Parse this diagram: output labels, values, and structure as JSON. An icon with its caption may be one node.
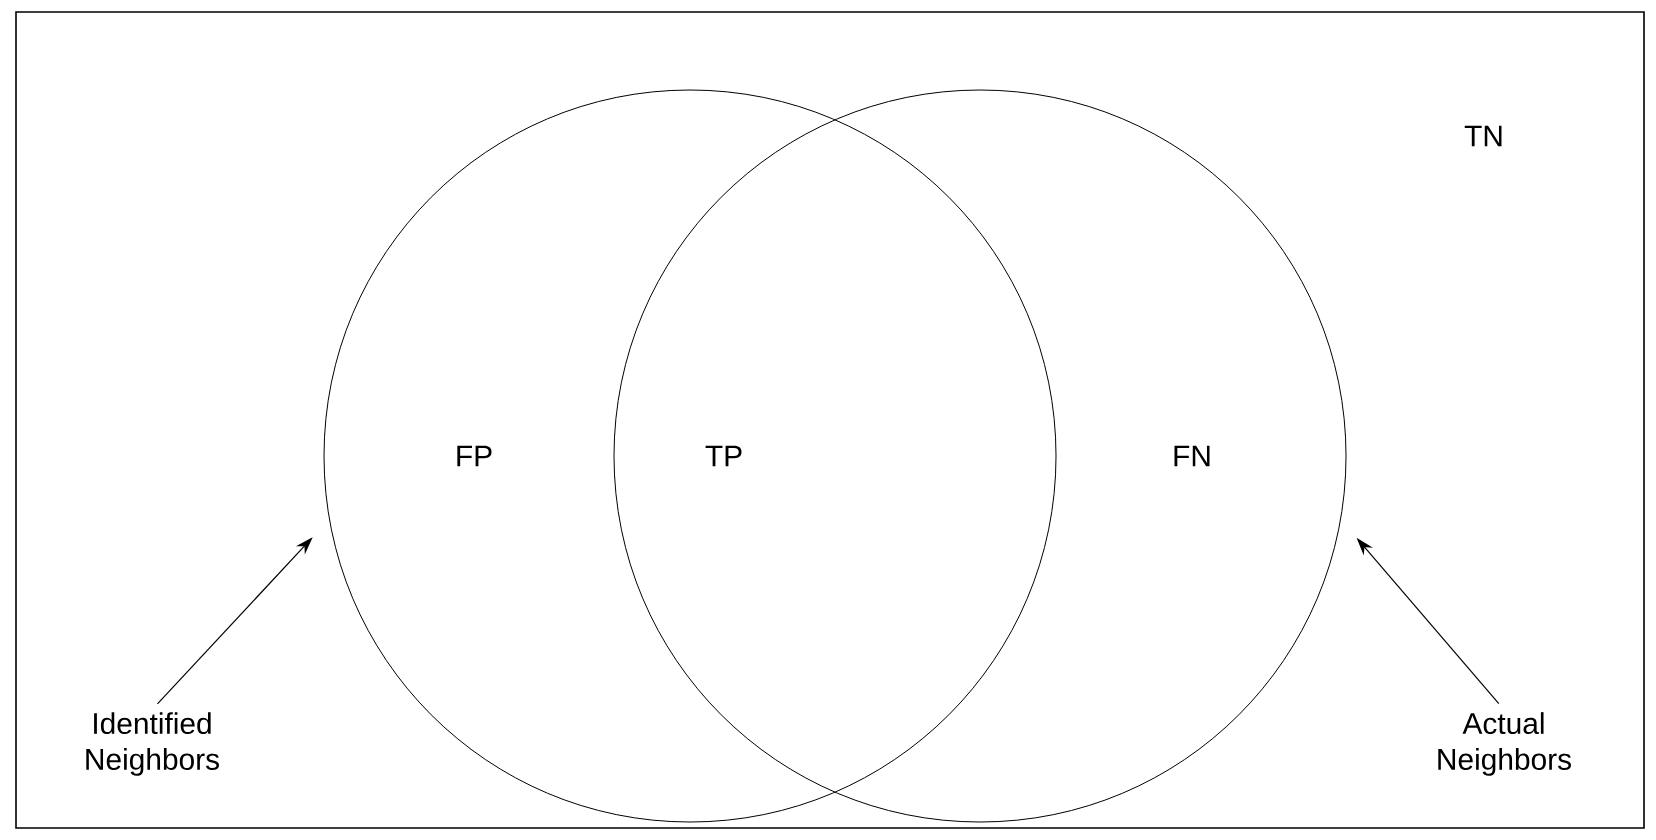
{
  "diagram": {
    "nodes": [
      {
        "text": [
          "TN"
        ]
      },
      {
        "text": [],
        "shape": "circle",
        "in": 0
      },
      {
        "text": [],
        "shape": "circle",
        "in": 0
      },
      {
        "text": [
          "Identified Neighbors"
        ],
        "in": 0
      },
      {
        "text": [
          "Actual Neighbors"
        ],
        "in": 0
      }
    ],
    "edges": [
      {
        "from": 3,
        "to": 1,
        "arrow": "to"
      },
      {
        "from": 4,
        "to": 2,
        "arrow": "to"
      }
    ],
    "labels": [
      "FP",
      "TP",
      "FN"
    ]
  }
}
